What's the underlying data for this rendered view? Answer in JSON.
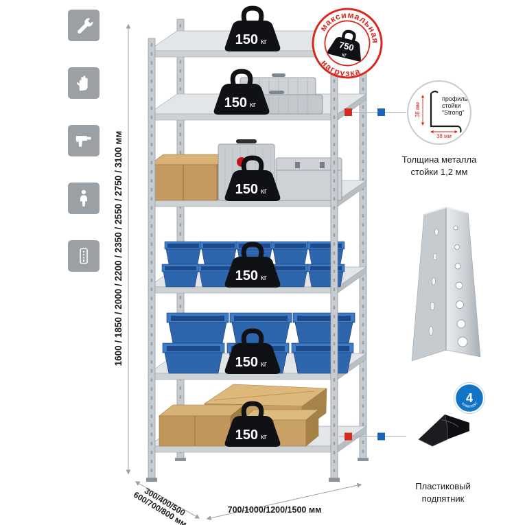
{
  "icons": {
    "items": [
      "wrench",
      "gloves",
      "drill",
      "person",
      "rack-post"
    ]
  },
  "dimensions": {
    "height": "1600 / 1850 / 2000 / 2200 / 2350 / 2550 / 2750 / 3100 мм",
    "depth_line1": "300/400/500",
    "depth_line2": "600/700/800 мм",
    "width": "700/1000/1200/1500 мм"
  },
  "shelf_load": {
    "value": "150",
    "unit": "кг"
  },
  "stamp": {
    "arc_top": "максимальная",
    "arc_bottom": "нагрузка",
    "value": "750",
    "unit": "кг"
  },
  "profile": {
    "line1": "профиль",
    "line2": "стойки",
    "line3": "“Strong”",
    "dim_v": "38 мм",
    "dim_h": "38 мм",
    "caption": "Толщина металла стойки 1,2 мм"
  },
  "foot": {
    "badge_number": "4",
    "badge_text": "в комплекте",
    "caption": "Пластиковый подпятник"
  },
  "colors": {
    "red": "#d9291f",
    "blue": "#1b66b8",
    "bin_blue": "#2f67ae",
    "metal": "#c7ccd0"
  }
}
